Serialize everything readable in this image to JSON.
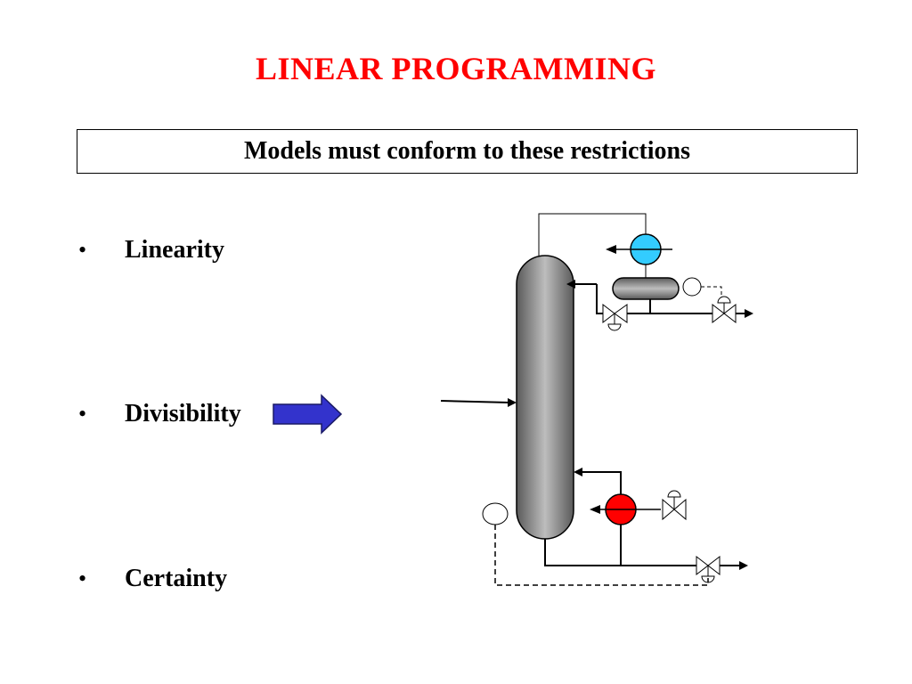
{
  "slide": {
    "title": "LINEAR PROGRAMMING",
    "subtitle": "Models must conform to these restrictions"
  },
  "bullets": [
    {
      "label": "Linearity"
    },
    {
      "label": "Divisibility",
      "highlighted": true
    },
    {
      "label": "Certainty"
    }
  ],
  "bullet_symbol": "•",
  "colors": {
    "title": "#ff0000",
    "arrow": "#3333cc",
    "condenser": "#33ccff",
    "reboiler": "#ff0000",
    "column": "#808080"
  },
  "diagram": {
    "subject": "distillation-column-process-flow",
    "icons": [
      "distillation-column",
      "condenser",
      "reflux-drum",
      "reboiler",
      "control-valve",
      "level-controller"
    ]
  }
}
